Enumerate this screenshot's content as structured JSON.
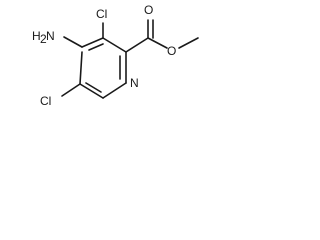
{
  "molecule": {
    "labels": {
      "amino": "H",
      "amino_sub": "2",
      "amino_n": "N",
      "cl_top": "Cl",
      "cl_left": "Cl",
      "ring_n": "N",
      "ester_o_double": "O",
      "ester_o_single": "O"
    },
    "colors": {
      "bond": "#1a1a1a",
      "text": "#1a1a1a",
      "background": "#ffffff"
    }
  }
}
